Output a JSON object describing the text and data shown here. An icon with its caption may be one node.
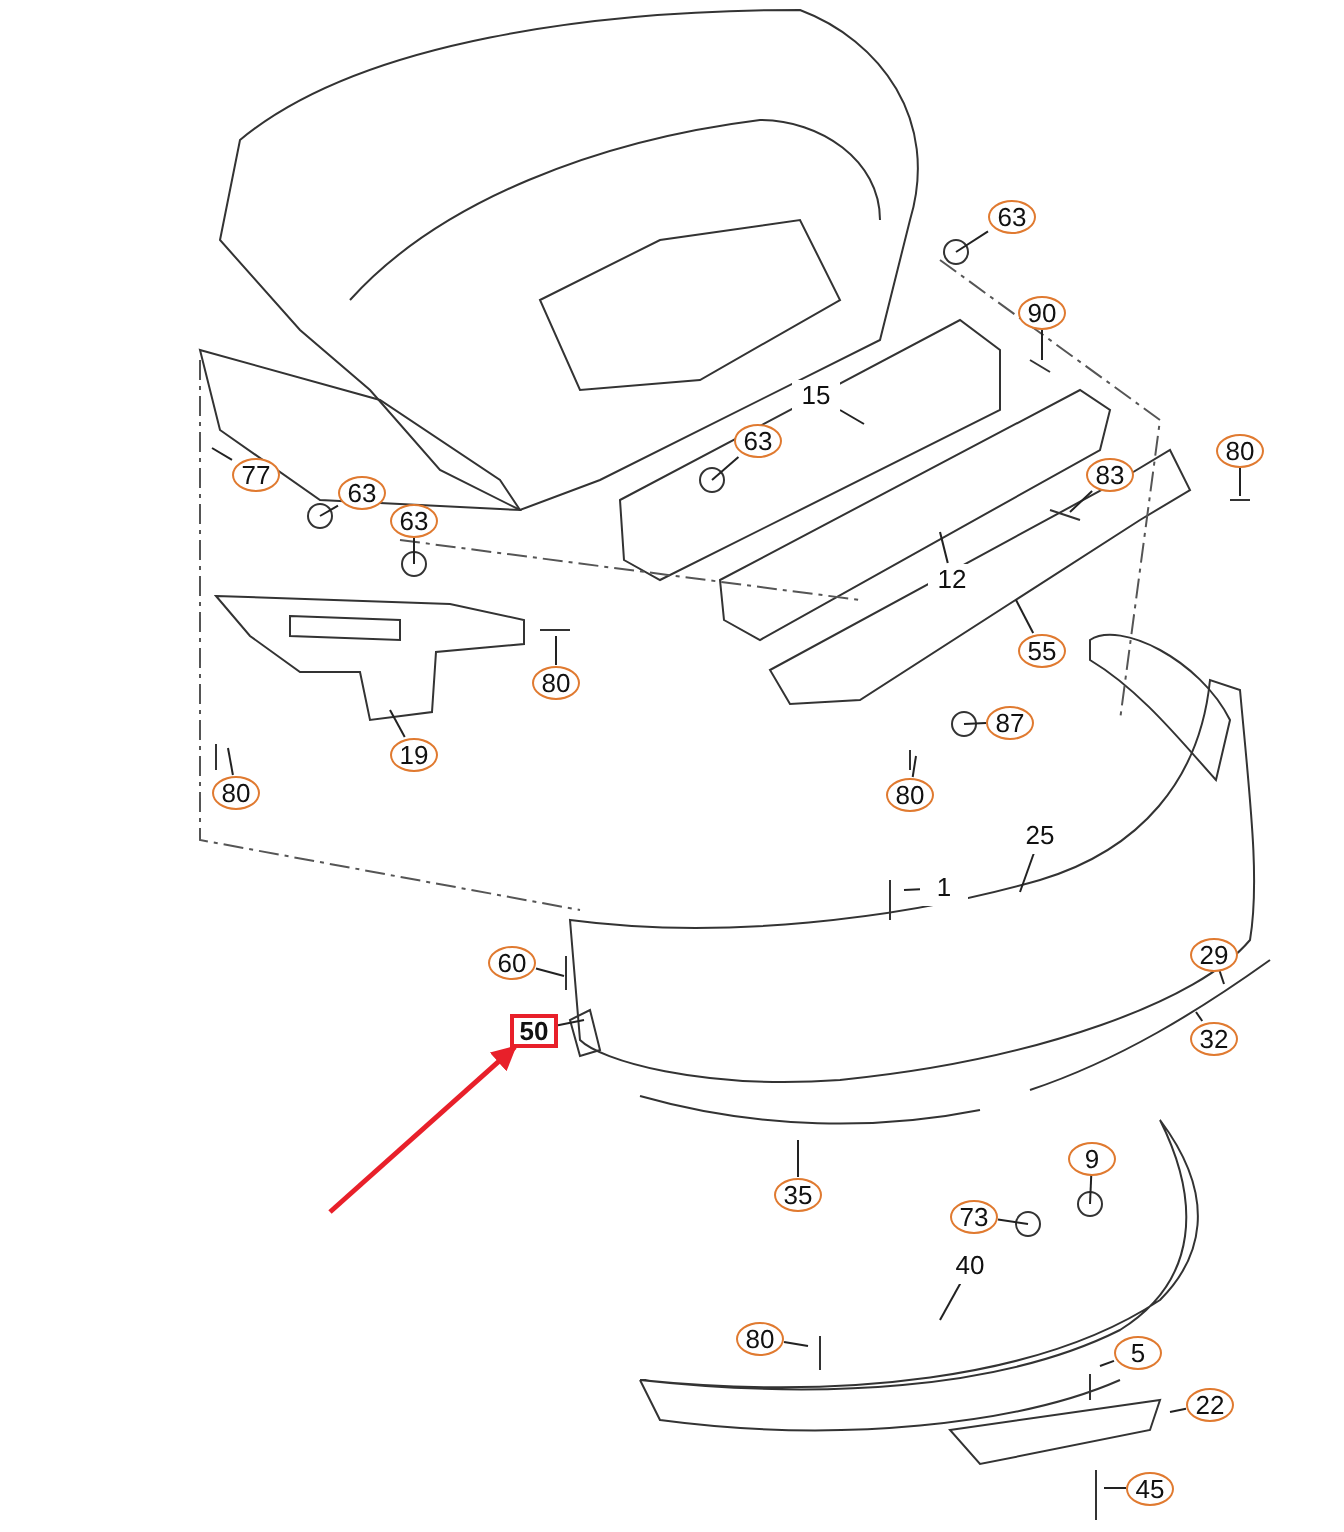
{
  "diagram": {
    "nodes": [
      {
        "text": [
          "63"
        ]
      },
      {
        "text": [
          "90"
        ]
      },
      {
        "text": [
          "15"
        ]
      },
      {
        "text": [
          "63"
        ]
      },
      {
        "text": [
          "80"
        ]
      },
      {
        "text": [
          "77"
        ]
      },
      {
        "text": [
          "63"
        ]
      },
      {
        "text": [
          "83"
        ]
      },
      {
        "text": [
          "63"
        ]
      },
      {
        "text": [
          "12"
        ]
      },
      {
        "text": [
          "80"
        ]
      },
      {
        "text": [
          "55"
        ]
      },
      {
        "text": [
          "19"
        ]
      },
      {
        "text": [
          "87"
        ]
      },
      {
        "text": [
          "80"
        ]
      },
      {
        "text": [
          "80"
        ]
      },
      {
        "text": [
          "25"
        ]
      },
      {
        "text": [
          "1"
        ]
      },
      {
        "text": [
          "60"
        ]
      },
      {
        "text": [
          "29"
        ]
      },
      {
        "text": [
          "50"
        ]
      },
      {
        "text": [
          "32"
        ]
      },
      {
        "text": [
          "9"
        ]
      },
      {
        "text": [
          "35"
        ]
      },
      {
        "text": [
          "73"
        ]
      },
      {
        "text": [
          "40"
        ]
      },
      {
        "text": [
          "80"
        ]
      },
      {
        "text": [
          "5"
        ]
      },
      {
        "text": [
          "22"
        ]
      },
      {
        "text": [
          "45"
        ]
      }
    ],
    "edges": [
      {
        "from": 0,
        "to": null,
        "arrow": "none"
      },
      {
        "from": 1,
        "to": null,
        "arrow": "none"
      },
      {
        "from": 2,
        "to": null,
        "arrow": "none"
      },
      {
        "from": 3,
        "to": null,
        "arrow": "none"
      },
      {
        "from": 4,
        "to": null,
        "arrow": "none"
      },
      {
        "from": 5,
        "to": null,
        "arrow": "none"
      },
      {
        "from": 6,
        "to": null,
        "arrow": "none"
      },
      {
        "from": 7,
        "to": null,
        "arrow": "none"
      },
      {
        "from": 8,
        "to": null,
        "arrow": "none"
      },
      {
        "from": 9,
        "to": null,
        "arrow": "none"
      },
      {
        "from": 10,
        "to": null,
        "arrow": "none"
      },
      {
        "from": 11,
        "to": null,
        "arrow": "none"
      },
      {
        "from": 12,
        "to": null,
        "arrow": "none"
      },
      {
        "from": 13,
        "to": null,
        "arrow": "none"
      },
      {
        "from": 14,
        "to": null,
        "arrow": "none"
      },
      {
        "from": 15,
        "to": null,
        "arrow": "none"
      },
      {
        "from": 16,
        "to": null,
        "arrow": "none"
      },
      {
        "from": 17,
        "to": null,
        "arrow": "none"
      },
      {
        "from": 18,
        "to": null,
        "arrow": "none"
      },
      {
        "from": 19,
        "to": null,
        "arrow": "none"
      },
      {
        "from": 20,
        "to": null,
        "arrow": "none"
      },
      {
        "from": 21,
        "to": null,
        "arrow": "none"
      },
      {
        "from": 22,
        "to": null,
        "arrow": "none"
      },
      {
        "from": 23,
        "to": null,
        "arrow": "none"
      },
      {
        "from": 24,
        "to": null,
        "arrow": "none"
      },
      {
        "from": 25,
        "to": null,
        "arrow": "none"
      },
      {
        "from": 26,
        "to": null,
        "arrow": "none"
      },
      {
        "from": 27,
        "to": null,
        "arrow": "none"
      },
      {
        "from": 28,
        "to": null,
        "arrow": "none"
      },
      {
        "from": 29,
        "to": null,
        "arrow": "none"
      },
      {
        "from": null,
        "to": 20,
        "arrow": "to",
        "style": "thick",
        "color": "#e8202a"
      }
    ]
  }
}
